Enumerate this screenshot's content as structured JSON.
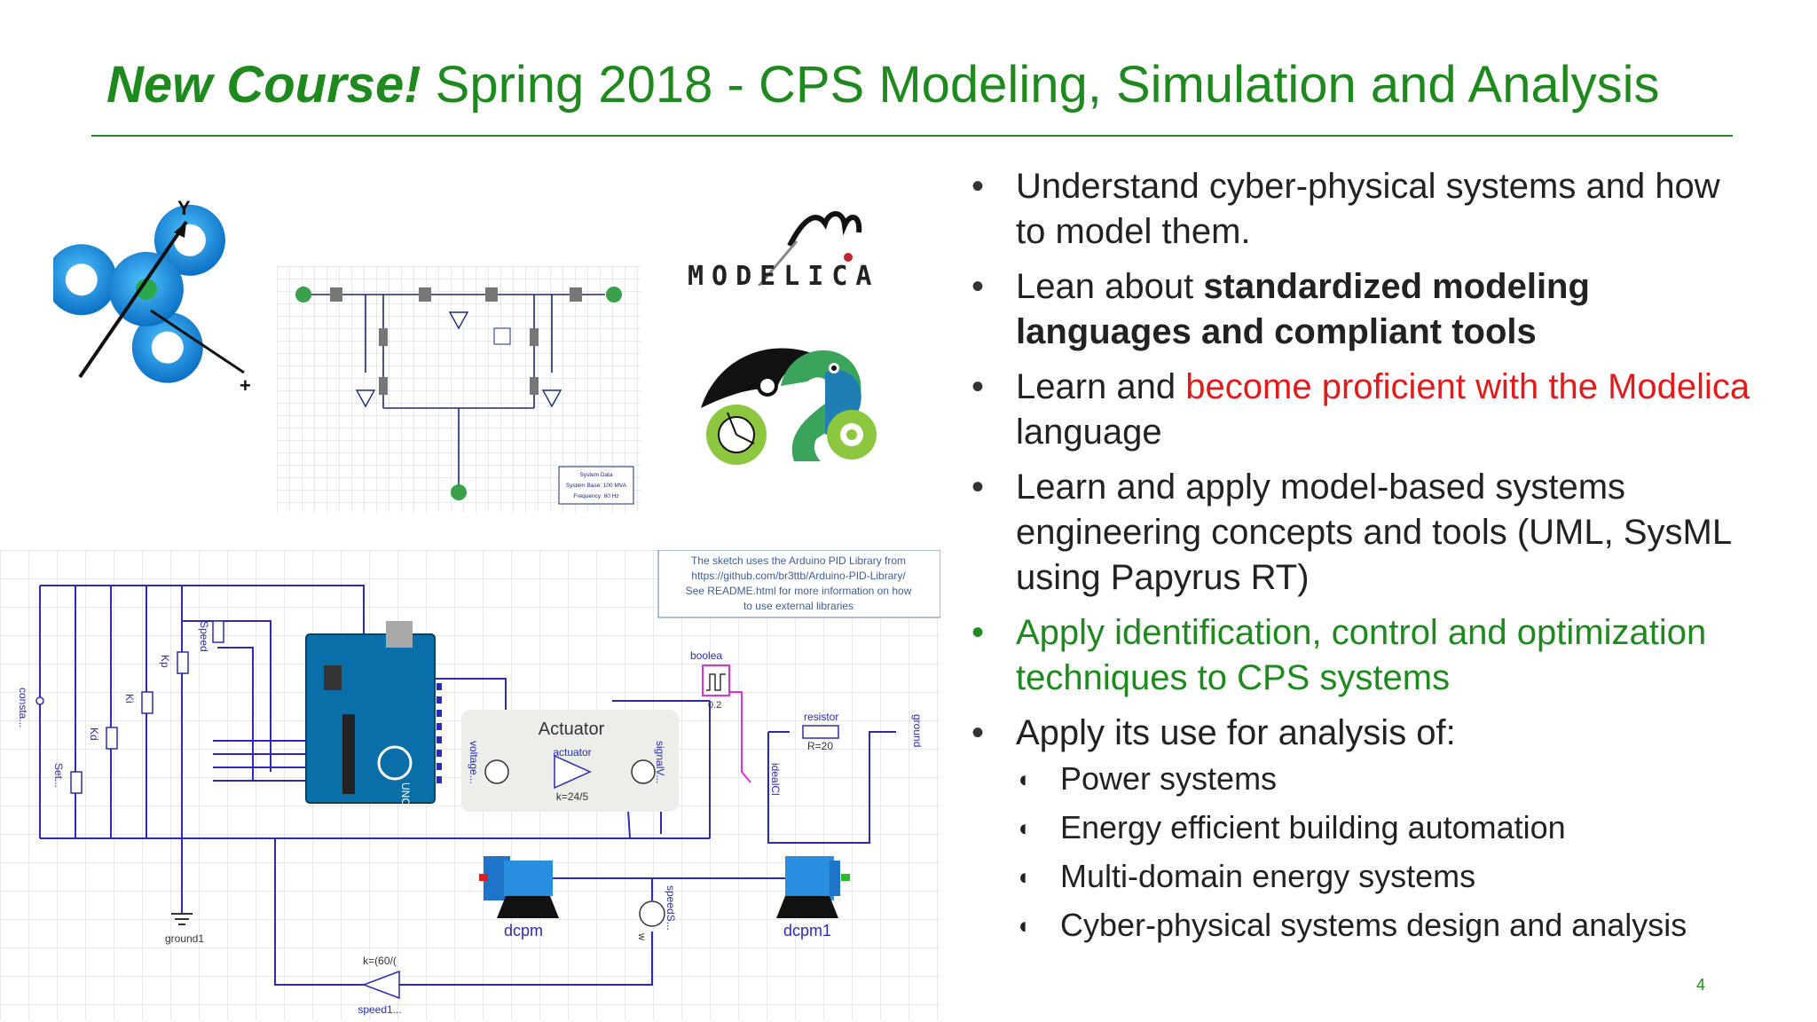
{
  "slide": {
    "title_emphasis": "New Course!",
    "title_rest": " Spring 2018 - CPS Modeling, Simulation and Analysis",
    "page_number": "4",
    "accent_color": "#1e8a1e",
    "highlight_color": "#e01b1b"
  },
  "bullets": {
    "b1": "Understand cyber-physical systems and how to model them.",
    "b2_pre": "Lean about ",
    "b2_bold": "standardized modeling languages and compliant tools",
    "b3_pre": "Learn and ",
    "b3_red": "become proficient with the Modelica",
    "b3_post": " language",
    "b4": "Learn and apply model-based systems engineering concepts and tools (UML, SysML using Papyrus RT)",
    "b5": "Apply identification, control and optimization techniques to CPS systems",
    "b6": "Apply its use for analysis of:",
    "sub": [
      "Power systems",
      "Energy efficient building automation",
      "Multi-domain energy systems",
      "Cyber-physical systems design and analysis"
    ]
  },
  "modelica_logo": {
    "text": "MODELICA"
  },
  "power_diagram": {
    "info_lines": [
      "System Data",
      "System Base: 100 MVA",
      "Frequency: 60 Hz"
    ]
  },
  "arduino_diagram": {
    "note_lines": [
      "The sketch uses the Arduino PID Library from",
      "https://github.com/br3ttb/Arduino-PID-Library/",
      "See README.html for more information on how",
      "to use external libraries"
    ],
    "actuator_title": "Actuator",
    "actuator_label": "actuator",
    "gain_label": "k=24/5",
    "boolean_label": "boolea",
    "boolean_value": "0.2",
    "resistor_label": "resistor",
    "resistor_value": "R=20",
    "ground_label": "ground",
    "ideal_label": "idealCl",
    "voltage_label": "voltage...",
    "signal_label": "signalV...",
    "dcpm_label": "dcpm",
    "dcpm1_label": "dcpm1",
    "speed_sensor_label": "speedS...",
    "w_label": "w",
    "ground1_label": "ground1",
    "k60_label": "k=(60/(",
    "speed1_label": "speed1...",
    "const_label": "consta...",
    "set_label": "Set...",
    "kd_label": "Kd",
    "ki_label": "Ki",
    "kp_label": "Kp",
    "speed_pot_label": "Speed",
    "uno_label": "UNO"
  }
}
